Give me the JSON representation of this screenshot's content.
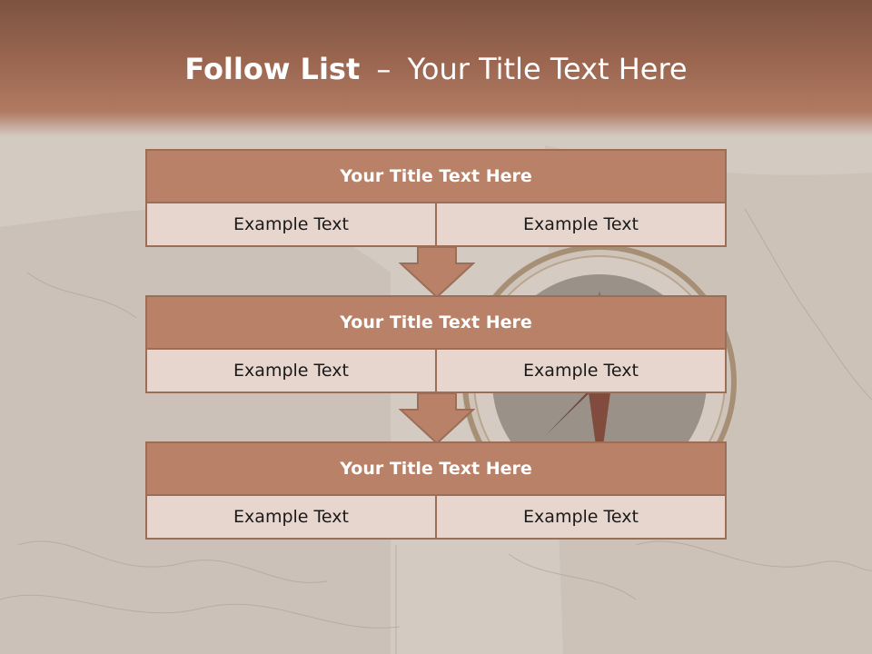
{
  "slide": {
    "title_bold": "Follow List",
    "title_dash": "–",
    "title_rest": "Your Title Text Here"
  },
  "steps": [
    {
      "title": "Your Title Text Here",
      "left": "Example Text",
      "right": "Example Text"
    },
    {
      "title": "Your Title Text Here",
      "left": "Example Text",
      "right": "Example Text"
    },
    {
      "title": "Your Title Text Here",
      "left": "Example Text",
      "right": "Example Text"
    }
  ],
  "colors": {
    "header": "#9b6650",
    "box_title": "#b88168",
    "box_cell": "#e7d6ce",
    "border": "#9c6e58",
    "arrow": "#b88168"
  }
}
